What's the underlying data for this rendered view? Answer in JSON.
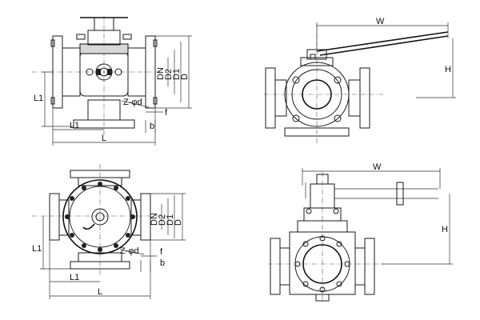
{
  "views": {
    "top_left": {
      "labels": {
        "L1_vertical": "L1",
        "L1_horizontal": "L1",
        "L": "L",
        "DN": "DN",
        "D2": "D2",
        "D1": "D1",
        "D": "D",
        "Zd": "Z-φd",
        "f": "f",
        "b": "b"
      }
    },
    "top_right": {
      "labels": {
        "W": "W",
        "H": "H"
      }
    },
    "bottom_left": {
      "labels": {
        "L1_vertical": "L1",
        "L1_horizontal": "L1",
        "L": "L",
        "DN": "DN",
        "D2": "D2",
        "D1": "D1",
        "D": "D",
        "Zd": "Z-φd",
        "f": "f",
        "b": "b"
      }
    },
    "bottom_right": {
      "labels": {
        "W": "W",
        "H": "H"
      }
    }
  }
}
